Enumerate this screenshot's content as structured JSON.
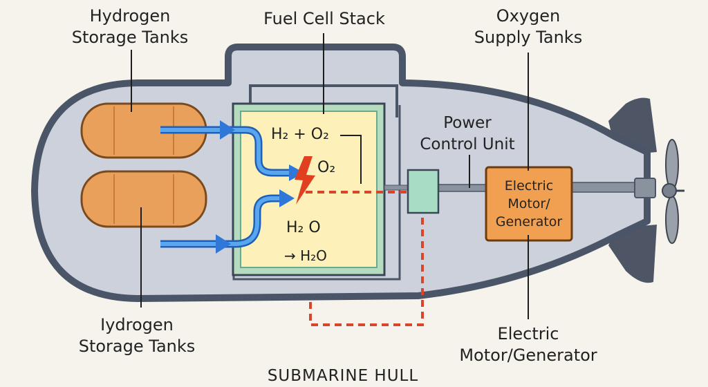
{
  "labels": {
    "h2_tanks_top_line1": "Hydrogen",
    "h2_tanks_top_line2": "Storage Tanks",
    "fuel_cell_stack": "Fuel Cell Stack",
    "o2_tanks_line1": "Oxygen",
    "o2_tanks_line2": "Supply Tanks",
    "power_control_line1": "Power",
    "power_control_line2": "Control Unit",
    "motor_box_line1": "Electric",
    "motor_box_line2": "Motor/",
    "motor_box_line3": "Generator",
    "h2_tanks_bottom_line1": "Iydrogen",
    "h2_tanks_bottom_line2": "Storage Tanks",
    "motor_bottom_line1": "Electric",
    "motor_bottom_line2": "Motor/Generator",
    "hull": "SUBMARINE HULL"
  },
  "reaction": {
    "h2_o2": "H₂ + O₂",
    "o2": "O₂",
    "h2_o": "H₂ O",
    "yields_water": "→ H₂O"
  },
  "colors": {
    "hull": "#4a5568",
    "hull_fill": "#cdd1dc",
    "tank": "#e8a05a",
    "stack_outer": "#b6dcc0",
    "stack_inner": "#fdf0b8",
    "pipe": "#2f78d8",
    "pipe_light": "#5aa6ee",
    "power_unit": "#a8dcc4",
    "motor": "#f0a050",
    "electric": "#d9442b",
    "bolt": "#e0401f",
    "fin": "#4e5666"
  }
}
